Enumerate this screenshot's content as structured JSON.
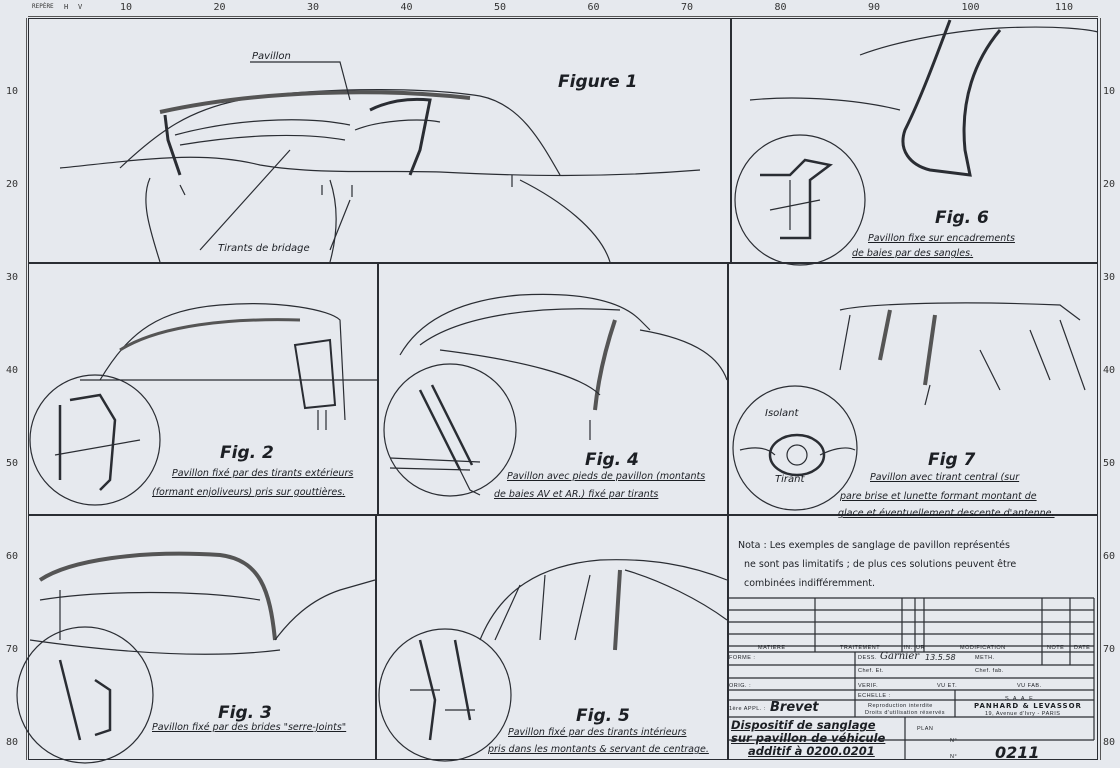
{
  "ruler": {
    "top_label_repere": "REPÈRE",
    "top_label_h": "H",
    "top_label_v": "V",
    "top_numbers": [
      "10",
      "20",
      "30",
      "40",
      "50",
      "60",
      "70",
      "80",
      "90",
      "100",
      "110"
    ],
    "side_numbers": [
      "10",
      "20",
      "30",
      "40",
      "50",
      "60",
      "70",
      "80"
    ]
  },
  "figure1": {
    "title": "Figure 1",
    "label_pavillon": "Pavillon",
    "label_tirants": "Tirants de bridage"
  },
  "figure6": {
    "title": "Fig. 6",
    "caption_lines": [
      "Pavillon fixe sur encadrements",
      "de baies par des sangles."
    ]
  },
  "figure2": {
    "title": "Fig. 2",
    "caption_lines": [
      "Pavillon fixé par des tirants extérieurs",
      "(formant enjoliveurs) pris sur gouttières."
    ]
  },
  "figure4": {
    "title": "Fig. 4",
    "caption_lines": [
      "Pavillon avec pieds de pavillon (montants",
      "de baies AV et AR.) fixé par tirants"
    ]
  },
  "figure7": {
    "title": "Fig 7",
    "label_isolant": "Isolant",
    "label_tirant": "Tirant",
    "caption_lines": [
      "Pavillon avec tirant central (sur",
      "pare brise et lunette formant montant de",
      "glace et éventuellement descente d'antenne."
    ]
  },
  "figure3": {
    "title": "Fig. 3",
    "caption_lines": [
      "Pavillon fixé par des brides \"serre-Joints\""
    ]
  },
  "figure5": {
    "title": "Fig. 5",
    "caption_lines": [
      "Pavillon fixé par des tirants intérieurs",
      "pris dans les montants & servant de centrage."
    ]
  },
  "nota": {
    "lines": [
      "Nota : Les exemples de sanglage de pavillon représentés",
      "ne sont pas limitatifs ; de plus ces solutions peuvent être",
      "combinées indifféremment."
    ]
  },
  "title_block": {
    "matiere": "MATIERE",
    "traitement": "TRAITEMENT",
    "in": "IN.",
    "ur": "UR",
    "modification": "MODIFICATION",
    "note": "NOTE",
    "date": "DATE",
    "forme": "FORME :",
    "dess": "DESS.",
    "signature": "Garnier",
    "dess_date": "13.5.58",
    "meth": "METH.",
    "chef_et": "Chef. Et.",
    "chef_fab": "Chef. fab.",
    "orig": "ORIG. :",
    "verif": "VERIF.",
    "vu_et": "VU ET.",
    "vu_fab": "VU FAB.",
    "echelle": "ECHELLE :",
    "appl_label": "1ère APPL. :",
    "appl_value": "Brevet",
    "repro_1": "Reproduction interdite",
    "repro_2": "Droits d'utilisation réservés",
    "company_1": "S. A. A. E.",
    "company_2": "PANHARD & LEVASSOR",
    "company_3": "19, Avenue d'Ivry - PARIS",
    "title_lines": [
      "Dispositif de sanglage",
      "sur pavillon de véhicule",
      "additif à 0200.0201"
    ],
    "plan": "PLAN",
    "no_label": "N°",
    "no2_label": "N°",
    "number": "0211"
  }
}
